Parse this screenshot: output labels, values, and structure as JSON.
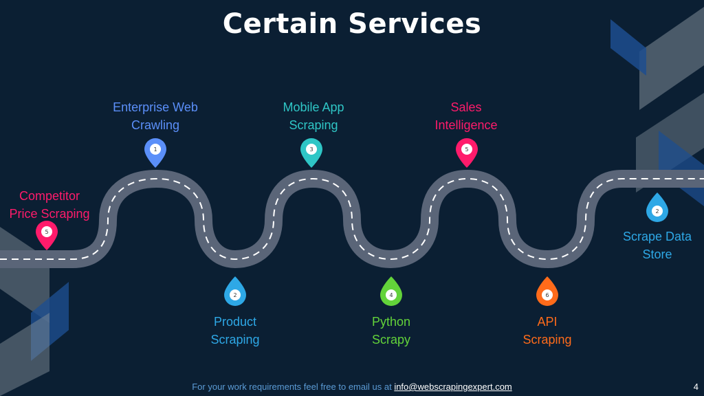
{
  "title": "Certain Services",
  "steps": [
    {
      "id": "competitor",
      "line1": "Competitor",
      "line2": "Price Scraping",
      "number": "5",
      "color": "#ff1b6b"
    },
    {
      "id": "enterprise",
      "line1": "Enterprise Web",
      "line2": "Crawling",
      "number": "1",
      "color": "#5b8ff9"
    },
    {
      "id": "product",
      "line1": "Product",
      "line2": "Scraping",
      "number": "2",
      "color": "#2ea8e6"
    },
    {
      "id": "mobile",
      "line1": "Mobile App",
      "line2": "Scraping",
      "number": "3",
      "color": "#2fc6c6"
    },
    {
      "id": "python",
      "line1": "Python",
      "line2": "Scrapy",
      "number": "4",
      "color": "#63d33a"
    },
    {
      "id": "sales",
      "line1": "Sales",
      "line2": "Intelligence",
      "number": "5",
      "color": "#ff1b6b"
    },
    {
      "id": "api",
      "line1": "API",
      "line2": "Scraping",
      "number": "6",
      "color": "#ff6b1a"
    },
    {
      "id": "store",
      "line1": "Scrape Data",
      "line2": "Store",
      "number": "2",
      "color": "#2ea8e6"
    }
  ],
  "footer": {
    "text": "For your work requirements feel free to email us at",
    "email": "info@webscrapingexpert.com"
  },
  "page_number": "4",
  "colors": {
    "background": "#0b1f33",
    "road": "#5a6578",
    "road_dash": "#ffffff",
    "footer_text": "#5b9bd5"
  }
}
